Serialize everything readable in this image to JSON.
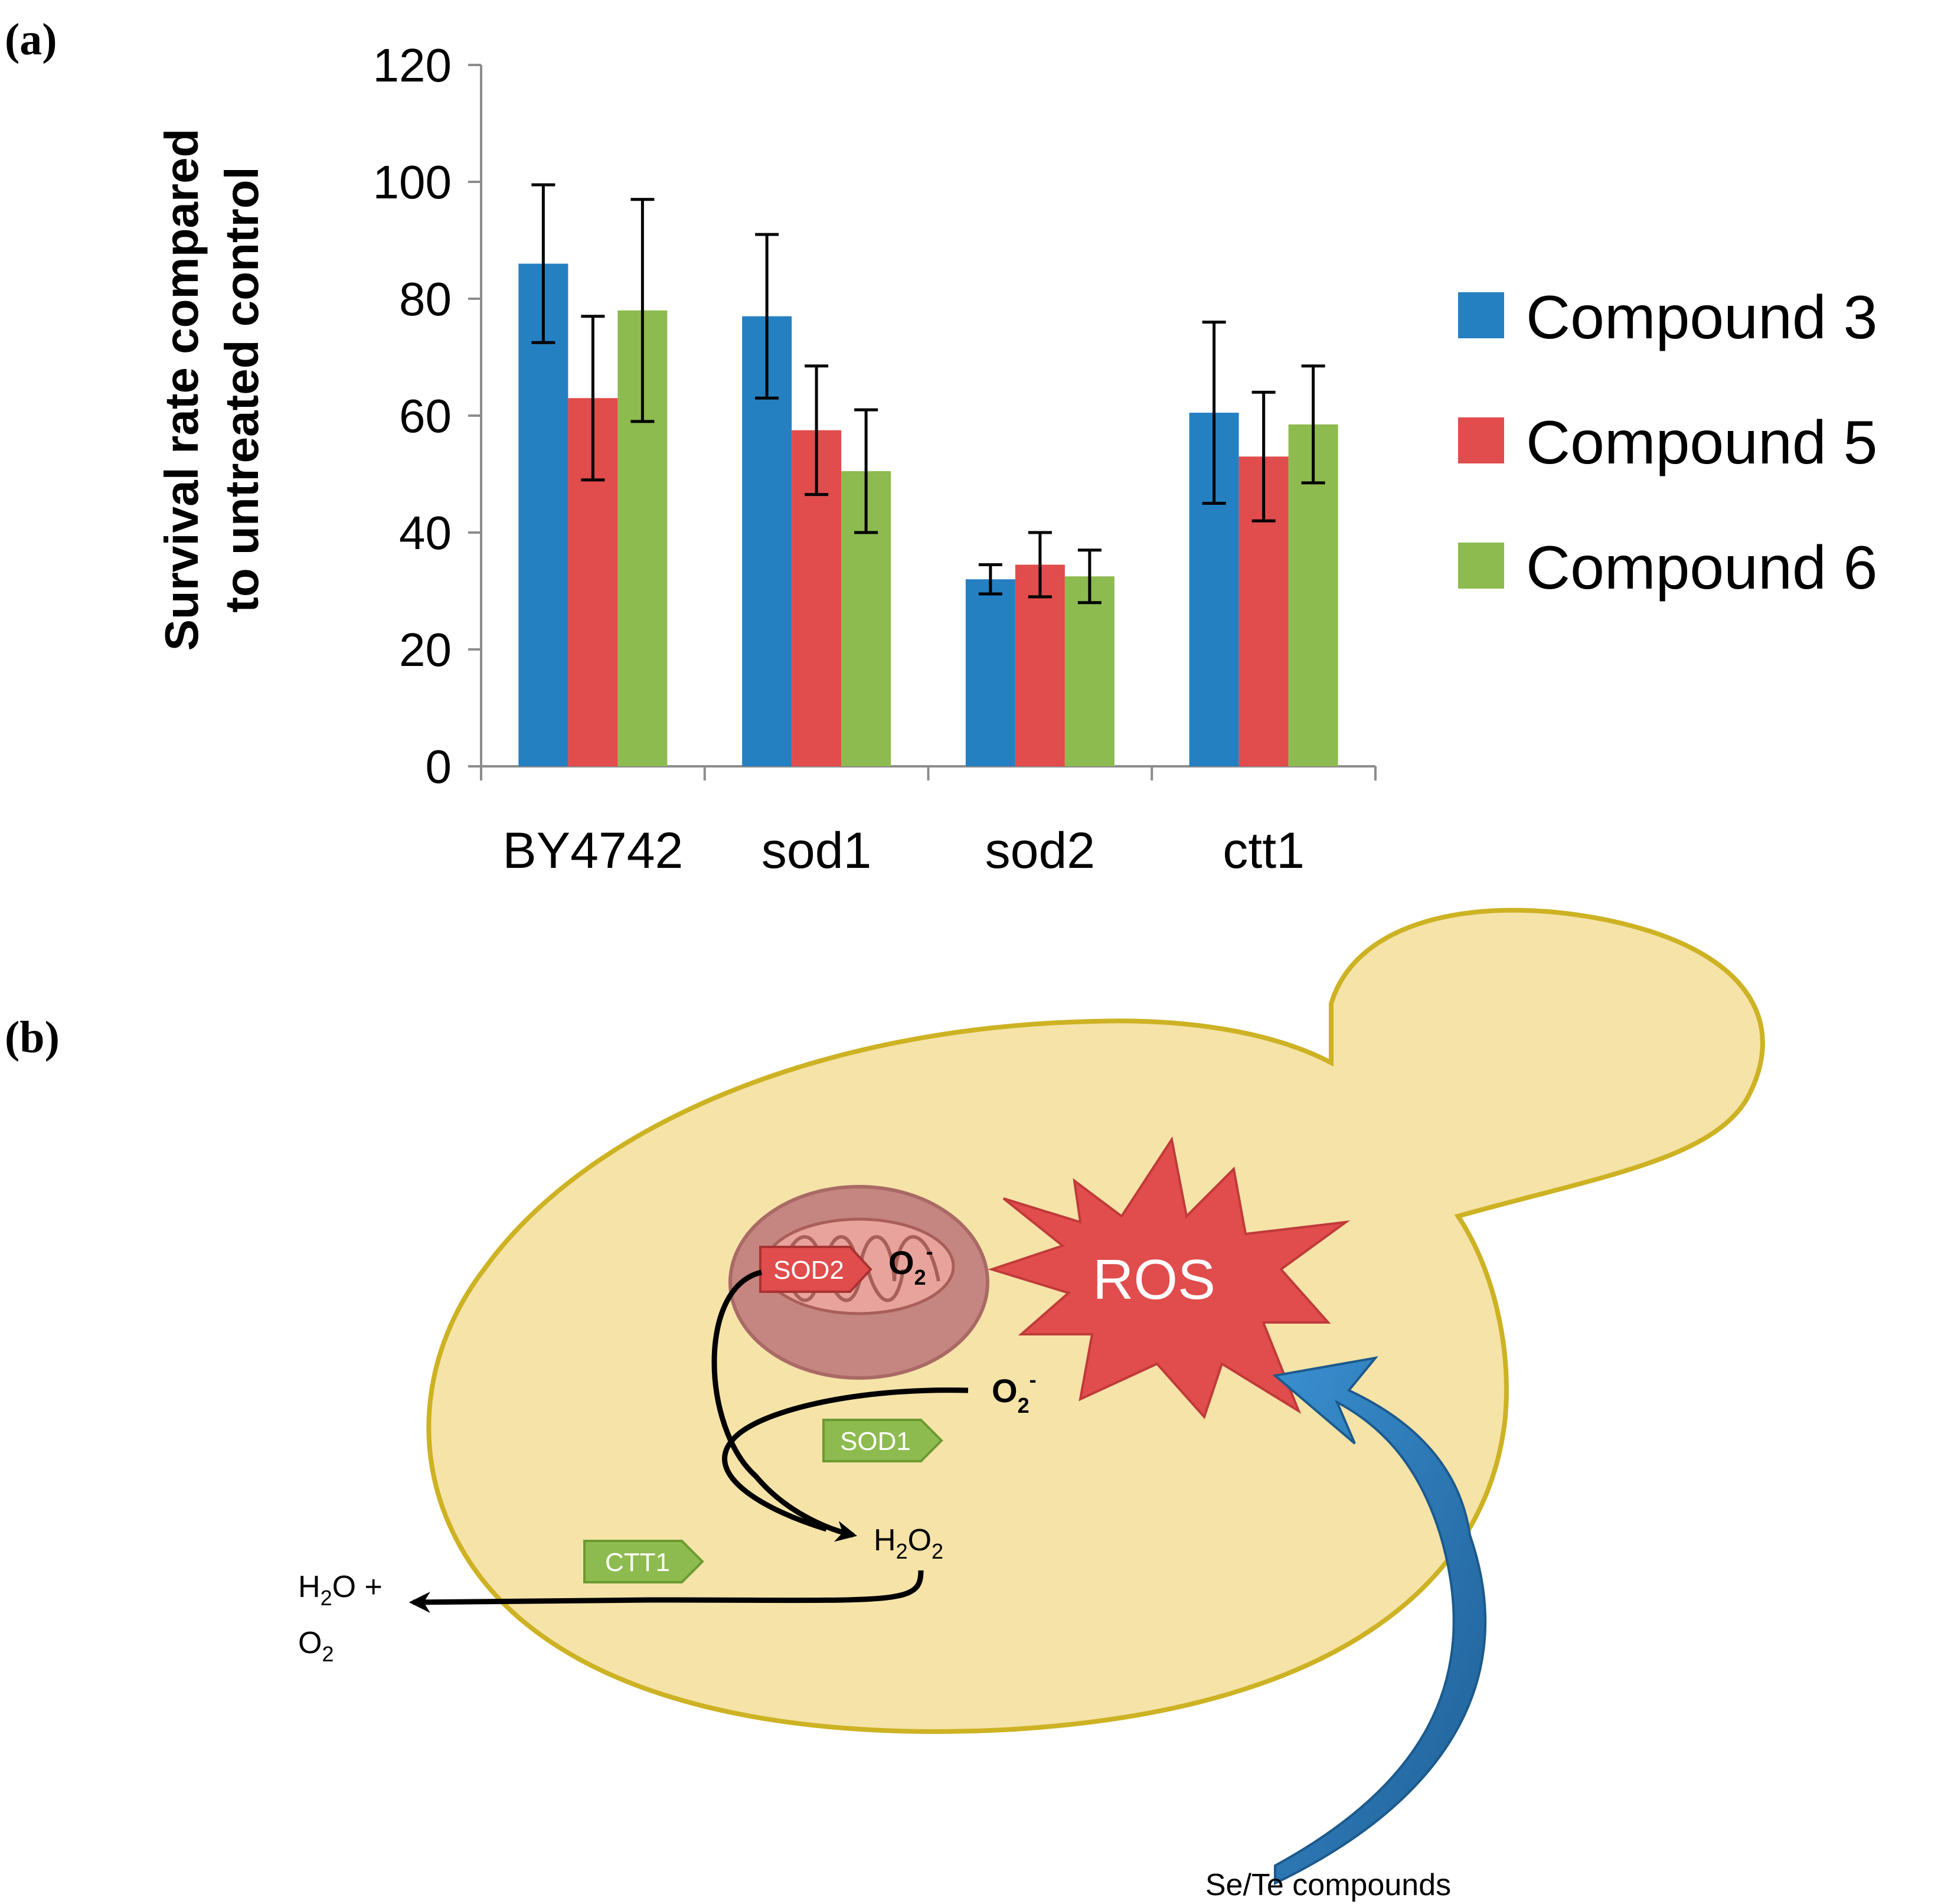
{
  "panel_a": {
    "label": "(a)"
  },
  "panel_b": {
    "label": "(b)"
  },
  "chart_data": {
    "type": "bar",
    "title": "",
    "xlabel": "",
    "ylabel": [
      "Survival rate compared",
      "to untreated control"
    ],
    "ylim": [
      0,
      120
    ],
    "yticks": [
      0,
      20,
      40,
      60,
      80,
      100,
      120
    ],
    "categories": [
      "BY4742",
      "sod1",
      "sod2",
      "ctt1"
    ],
    "series": [
      {
        "name": "Compound 3",
        "color": "#2580c2",
        "values": [
          86,
          77,
          32,
          60.5
        ],
        "errors": [
          13.5,
          14,
          2.5,
          15.5
        ]
      },
      {
        "name": "Compound 5",
        "color": "#e14c4c",
        "values": [
          63,
          57.5,
          34.5,
          53
        ],
        "errors": [
          14,
          11,
          5.5,
          11
        ]
      },
      {
        "name": "Compound 6",
        "color": "#8dbb4f",
        "values": [
          78,
          50.5,
          32.5,
          58.5
        ],
        "errors": [
          19,
          10.5,
          4.5,
          10
        ]
      }
    ],
    "grid": false,
    "legend": "right"
  },
  "diagram": {
    "ros": "ROS",
    "enzymes": {
      "sod2": "SOD2",
      "sod1": "SOD1",
      "ctt1": "CTT1"
    },
    "species": {
      "superoxide": {
        "base": "O",
        "sub": "2",
        "sup": "-"
      },
      "h2o2": {
        "h": "H",
        "s1": "2",
        "o": "O",
        "s2": "2"
      },
      "water_line1": {
        "h": "H",
        "s1": "2",
        "rest": "O +"
      },
      "water_line2": {
        "o": "O",
        "s": "2"
      }
    },
    "inducer": "Se/Te compounds",
    "colors": {
      "cell_fill": "#f5e3a8",
      "cell_stroke": "#cdb223",
      "mito_fill": "#c58580",
      "ros_fill": "#e14c4c",
      "green_tag": "#8dbb4f",
      "red_tag": "#e14c4c",
      "arrow_blue": "#2877b8"
    }
  }
}
